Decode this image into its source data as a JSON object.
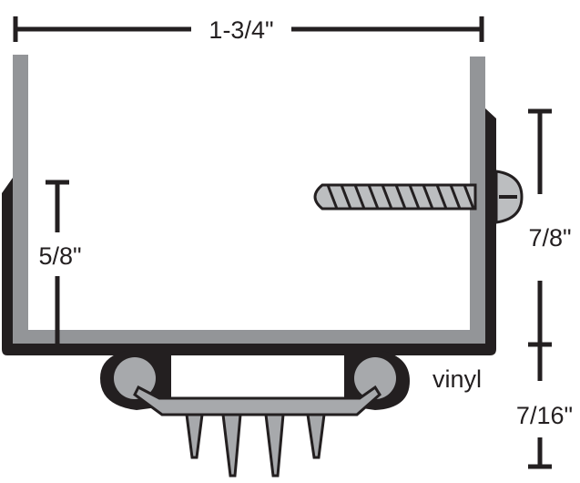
{
  "dimensions": {
    "width_label": "1-3/4\"",
    "height_left_label": "5/8\"",
    "height_right_label": "7/8\"",
    "seal_height_label": "7/16\""
  },
  "parts": {
    "vinyl_label": "vinyl"
  },
  "colors": {
    "outline": "#231f20",
    "channel": "#939598",
    "seal_body": "#a7a9ac",
    "screw": "#bcbec0",
    "background": "#ffffff"
  }
}
